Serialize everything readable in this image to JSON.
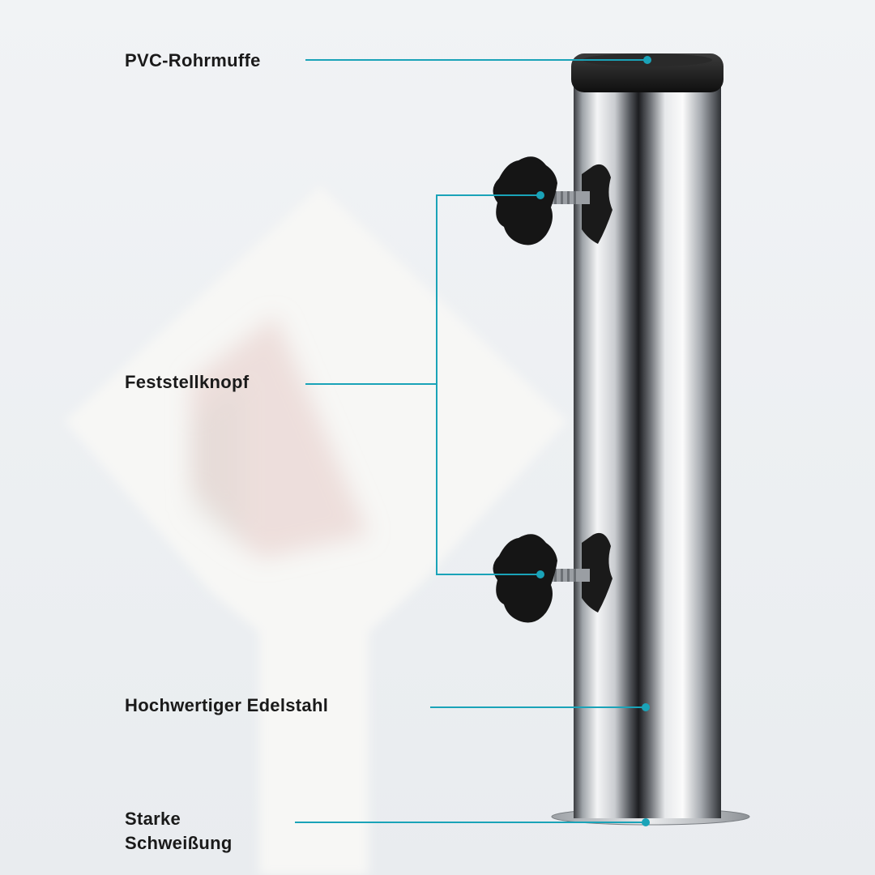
{
  "labels": {
    "pvc_sleeve": "PVC-Rohrmuffe",
    "locking_knob": "Feststellknopf",
    "stainless_steel": "Hochwertiger Edelstahl",
    "weld": "Starke\nSchweißung"
  },
  "colors": {
    "callout": "#1aa3b8",
    "text": "#1a1a1a",
    "background": "#eef1f3"
  }
}
